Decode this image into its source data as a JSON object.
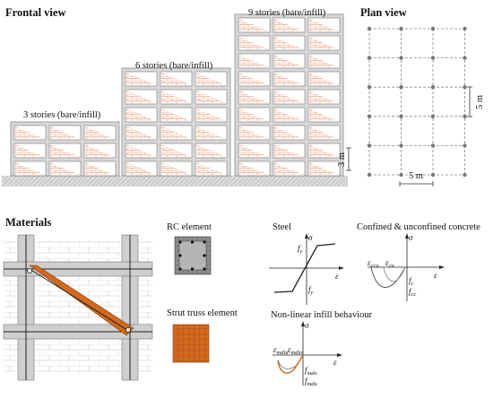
{
  "sections": {
    "frontal": "Frontal view",
    "plan": "Plan view",
    "materials": "Materials"
  },
  "frames": [
    {
      "label": "3 stories (bare/infill)",
      "stories": 3
    },
    {
      "label": "6 stories (bare/infill)",
      "stories": 6
    },
    {
      "label": "9 stories (bare/infill)",
      "stories": 9
    }
  ],
  "dimensions": {
    "story_height": "3 m",
    "bay_width_vertical": "5 m",
    "bay_width_horizontal": "5 m"
  },
  "elements": {
    "rc": "RC element",
    "strut": "Strut truss element"
  },
  "steel": {
    "title": "Steel",
    "sigma": "σ",
    "eps": "ε",
    "fy_top": "f",
    "fy_top_sub": "y",
    "fy_bot": "f",
    "fy_bot_sub": "y"
  },
  "concrete": {
    "title": "Confined & unconfined concrete",
    "sigma": "σ",
    "eps": "ε",
    "e_ccu": "ε",
    "e_ccu_sub": "ccu",
    "e_cu": "ε",
    "e_cu_sub": "cu",
    "f_c": "f",
    "f_c_sub": "c",
    "f_cc": "f",
    "f_cc_sub": "cc"
  },
  "infill": {
    "title": "Non-linear infill behaviour",
    "sigma": "σ",
    "eps": "ε",
    "e1": "ε",
    "e1_sub": "mdiu",
    "e2": "ε",
    "e2_sub": "mdio",
    "f1": "f",
    "f1_sub": "mdo",
    "f2": "f",
    "f2_sub": "mdu"
  },
  "colors": {
    "frame_fill": "#d9d9d9",
    "frame_stroke": "#8a8a8a",
    "brick_line": "#e59070",
    "strut_orange": "#d2691e",
    "rc_gray": "#8c8c8c"
  }
}
